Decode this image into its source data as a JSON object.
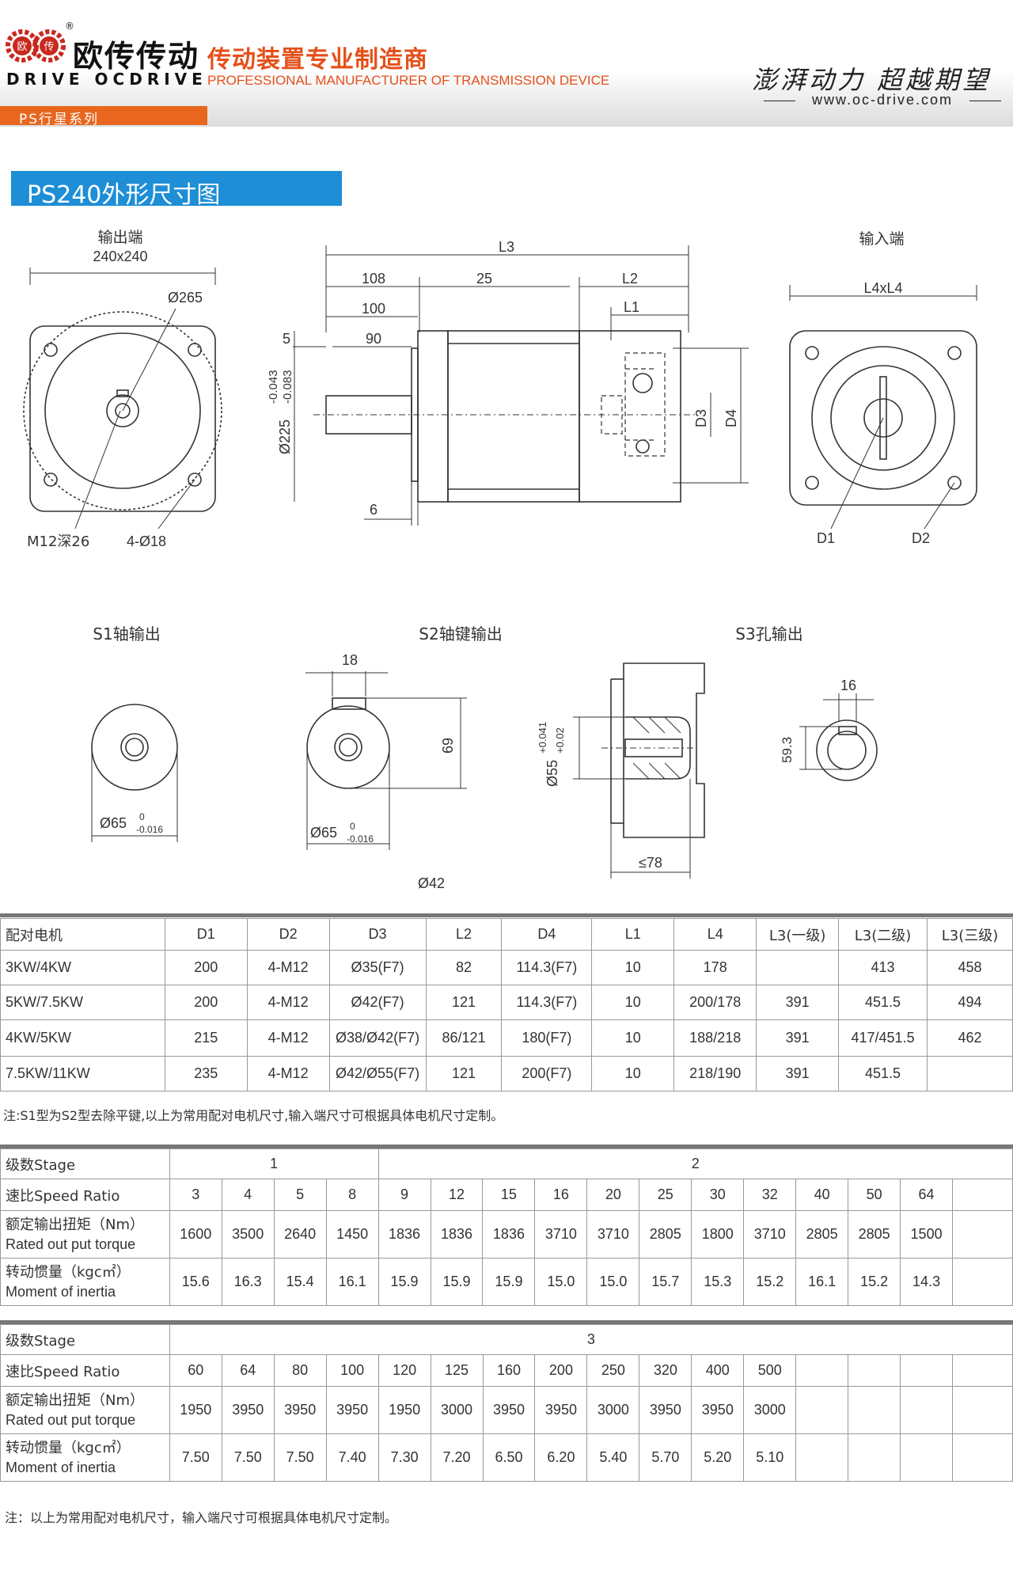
{
  "header": {
    "brand_cn": "欧传传动",
    "brand_en": "DRIVE OCDRIVE",
    "reg_mark": "®",
    "logo_chars": [
      "欧",
      "传"
    ],
    "tagline_cn": "传动装置专业制造商",
    "tagline_en": "PROFESSIONAL MANUFACTURER OF TRANSMISSION DEVICE",
    "slogan": "澎湃动力 超越期望",
    "website": "www.oc-drive.com",
    "series_label": "PS行星系列",
    "accent_color": "#e5501a",
    "title_color": "#1e8ed6"
  },
  "title": "PS240外形尺寸图",
  "drawing": {
    "output_end": "输出端",
    "output_size": "240x240",
    "dia_265": "Ø265",
    "m12": "M12深26",
    "holes": "4-Ø18",
    "L3": "L3",
    "d108": "108",
    "d25": "25",
    "L2": "L2",
    "d100": "100",
    "L1": "L1",
    "d5": "5",
    "d90": "90",
    "d225": "Ø225",
    "tol_225_upper": "-0.043",
    "tol_225_lower": "-0.083",
    "D3": "D3",
    "D4": "D4",
    "d6": "6",
    "input_end": "输入端",
    "L4xL4": "L4xL4",
    "D1": "D1",
    "D2": "D2",
    "s1": "S1轴输出",
    "s2": "S2轴键输出",
    "s3": "S3孔输出",
    "d18": "18",
    "d69": "69",
    "d65": "Ø65",
    "tol_65_upper": "0",
    "tol_65_lower": "-0.016",
    "d55": "Ø55",
    "tol_55_upper": "+0.041",
    "tol_55_lower": "+0.02",
    "d78": "≤78",
    "d42": "Ø42",
    "d16": "16",
    "d59": "59.3"
  },
  "motor_table": {
    "headers": [
      "配对电机",
      "D1",
      "D2",
      "D3",
      "L2",
      "D4",
      "L1",
      "L4",
      "L3(一级)",
      "L3(二级)",
      "L3(三级)"
    ],
    "rows": [
      [
        "3KW/4KW",
        "200",
        "4-M12",
        "Ø35(F7)",
        "82",
        "114.3(F7)",
        "10",
        "178",
        "",
        "413",
        "458"
      ],
      [
        "5KW/7.5KW",
        "200",
        "4-M12",
        "Ø42(F7)",
        "121",
        "114.3(F7)",
        "10",
        "200/178",
        "391",
        "451.5",
        "494"
      ],
      [
        "4KW/5KW",
        "215",
        "4-M12",
        "Ø38/Ø42(F7)",
        "86/121",
        "180(F7)",
        "10",
        "188/218",
        "391",
        "417/451.5",
        "462"
      ],
      [
        "7.5KW/11KW",
        "235",
        "4-M12",
        "Ø42/Ø55(F7)",
        "121",
        "200(F7)",
        "10",
        "218/190",
        "391",
        "451.5",
        ""
      ]
    ],
    "note": "注:S1型为S2型去除平键,以上为常用配对电机尺寸,输入端尺寸可根据具体电机尺寸定制。"
  },
  "spec_table_1": {
    "stage_label": "级数Stage",
    "stage_1": "1",
    "stage_2": "2",
    "ratio_label": "速比Speed Ratio",
    "ratios": [
      "3",
      "4",
      "5",
      "8",
      "9",
      "12",
      "15",
      "16",
      "20",
      "25",
      "30",
      "32",
      "40",
      "50",
      "64"
    ],
    "torque_label_cn": "额定输出扭矩（Nm）",
    "torque_label_en": "Rated out put torque",
    "torques": [
      "1600",
      "3500",
      "2640",
      "1450",
      "1836",
      "1836",
      "1836",
      "3710",
      "3710",
      "2805",
      "1800",
      "3710",
      "2805",
      "2805",
      "1500"
    ],
    "inertia_label_cn": "转动惯量（kgc㎡）",
    "inertia_label_en": "Moment of inertia",
    "inertias": [
      "15.6",
      "16.3",
      "15.4",
      "16.1",
      "15.9",
      "15.9",
      "15.9",
      "15.0",
      "15.0",
      "15.7",
      "15.3",
      "15.2",
      "16.1",
      "15.2",
      "14.3"
    ]
  },
  "spec_table_2": {
    "stage_label": "级数Stage",
    "stage_3": "3",
    "ratio_label": "速比Speed Ratio",
    "ratios": [
      "60",
      "64",
      "80",
      "100",
      "120",
      "125",
      "160",
      "200",
      "250",
      "320",
      "400",
      "500",
      "",
      "",
      ""
    ],
    "torque_label_cn": "额定输出扭矩（Nm）",
    "torque_label_en": "Rated out put torque",
    "torques": [
      "1950",
      "3950",
      "3950",
      "3950",
      "1950",
      "3000",
      "3950",
      "3950",
      "3000",
      "3950",
      "3950",
      "3000",
      "",
      "",
      ""
    ],
    "inertia_label_cn": "转动惯量（kgc㎡）",
    "inertia_label_en": "Moment of inertia",
    "inertias": [
      "7.50",
      "7.50",
      "7.50",
      "7.40",
      "7.30",
      "7.20",
      "6.50",
      "6.20",
      "5.40",
      "5.70",
      "5.20",
      "5.10",
      "",
      "",
      ""
    ]
  },
  "footer_note": "注：以上为常用配对电机尺寸，输入端尺寸可根据具体电机尺寸定制。"
}
